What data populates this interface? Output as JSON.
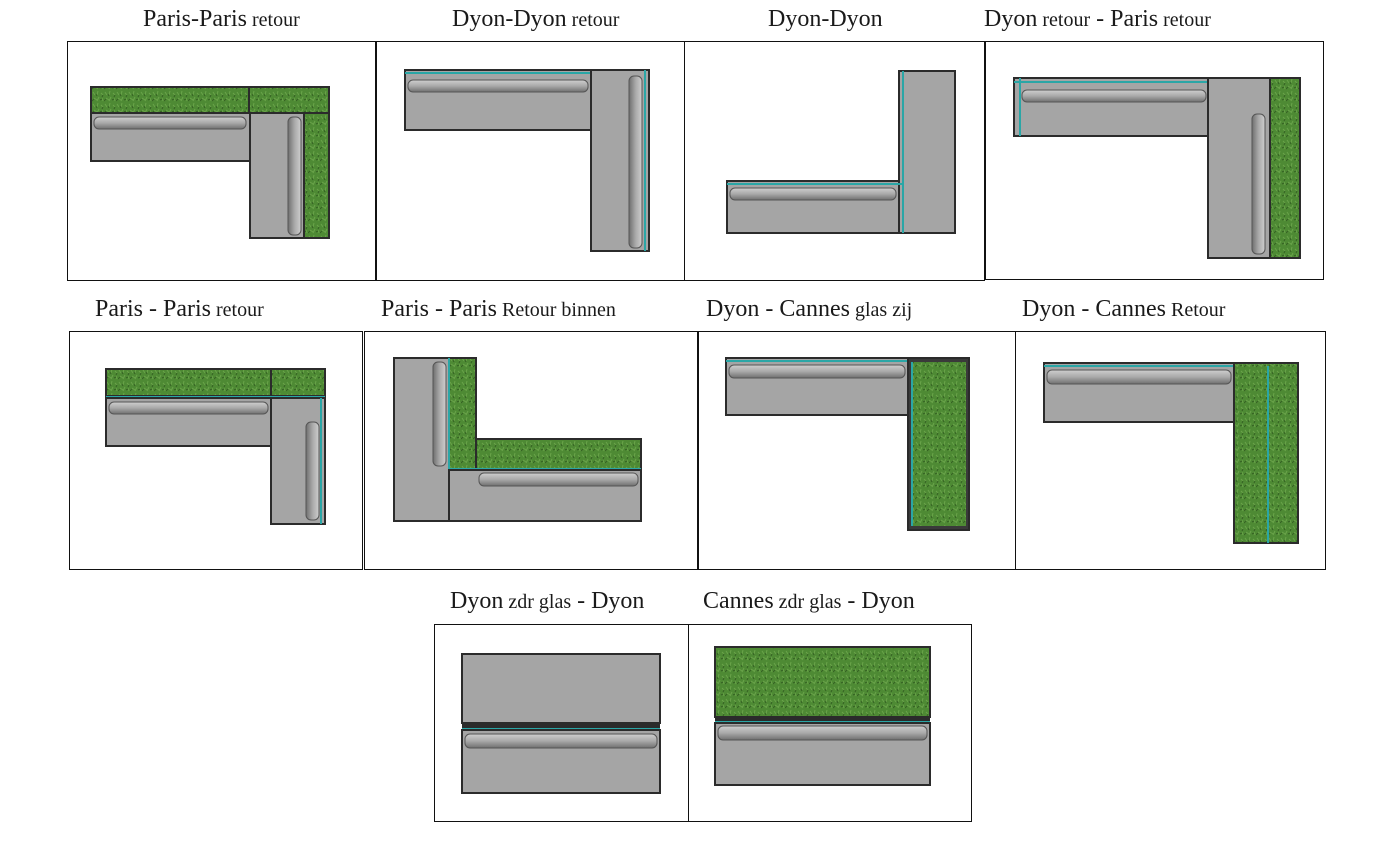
{
  "colors": {
    "grass": "#4e8a34",
    "grass_dark": "#3a6e26",
    "grass_light": "#6aa44a",
    "seat": "#a5a5a5",
    "seat_shadow": "#8c8c8c",
    "cushion": "#b9b9b9",
    "frame": "#2b2b2b",
    "glass": "#2aa6a6"
  },
  "layouts": [
    {
      "id": "p1",
      "caption": [
        {
          "text": "Paris-Paris",
          "size": "big"
        },
        {
          "text": " retour",
          "size": "small"
        }
      ]
    },
    {
      "id": "p2",
      "caption": [
        {
          "text": "Dyon-Dyon",
          "size": "big"
        },
        {
          "text": " retour",
          "size": "small"
        }
      ]
    },
    {
      "id": "p3",
      "caption": [
        {
          "text": "Dyon-Dyon",
          "size": "big"
        }
      ]
    },
    {
      "id": "p4",
      "caption": [
        {
          "text": "Dyon",
          "size": "big"
        },
        {
          "text": " retour",
          "size": "small"
        },
        {
          "text": " - Paris",
          "size": "big"
        },
        {
          "text": " retour",
          "size": "small"
        }
      ]
    },
    {
      "id": "p5",
      "caption": [
        {
          "text": "Paris - Paris",
          "size": "big"
        },
        {
          "text": " retour",
          "size": "small"
        }
      ]
    },
    {
      "id": "p6",
      "caption": [
        {
          "text": "Paris - Paris",
          "size": "big"
        },
        {
          "text": " Retour binnen",
          "size": "small"
        }
      ]
    },
    {
      "id": "p7",
      "caption": [
        {
          "text": "Dyon - Cannes",
          "size": "big"
        },
        {
          "text": " glas zij",
          "size": "small"
        }
      ]
    },
    {
      "id": "p8",
      "caption": [
        {
          "text": "Dyon - Cannes",
          "size": "big"
        },
        {
          "text": " Retour",
          "size": "small"
        }
      ]
    },
    {
      "id": "p9",
      "caption": [
        {
          "text": "Dyon",
          "size": "big"
        },
        {
          "text": " zdr glas",
          "size": "small"
        },
        {
          "text": " - Dyon",
          "size": "big"
        }
      ]
    },
    {
      "id": "p10",
      "caption": [
        {
          "text": "Cannes",
          "size": "big"
        },
        {
          "text": " zdr glas",
          "size": "small"
        },
        {
          "text": " - Dyon",
          "size": "big"
        }
      ]
    }
  ]
}
